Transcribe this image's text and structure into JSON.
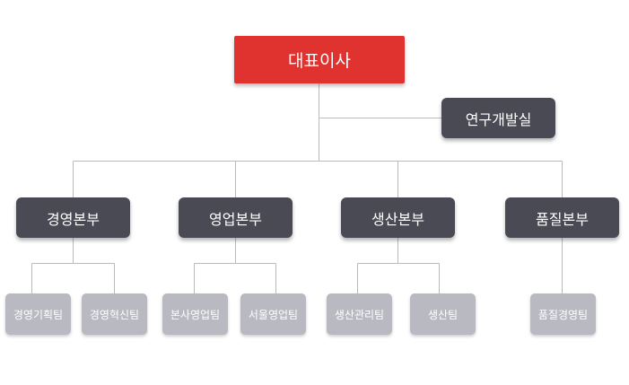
{
  "ceo": {
    "label": "대표이사"
  },
  "rnd": {
    "label": "연구개발실"
  },
  "divisions": [
    {
      "label": "경영본부",
      "teams": [
        "경영기획팀",
        "경영혁신팀"
      ]
    },
    {
      "label": "영업본부",
      "teams": [
        "본사영업팀",
        "서울영업팀"
      ]
    },
    {
      "label": "생산본부",
      "teams": [
        "생산관리팀",
        "생산팀"
      ]
    },
    {
      "label": "품질본부",
      "teams": [
        "품질경영팀"
      ]
    }
  ],
  "colors": {
    "ceo": "#e0322f",
    "division": "#4a4a55",
    "team": "#b9b9c1",
    "line": "#bbbbbb"
  }
}
